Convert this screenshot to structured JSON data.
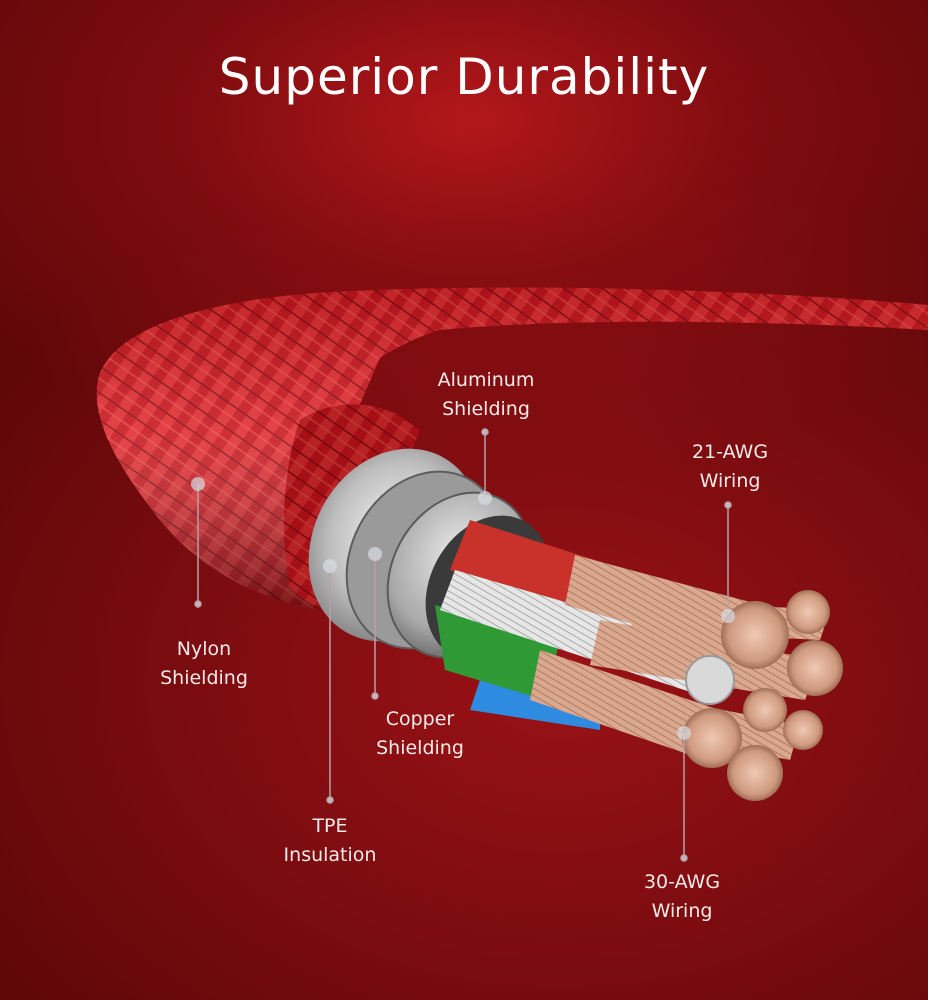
{
  "title": "Superior Durability",
  "labels": {
    "aluminum": [
      "Aluminum",
      "Shielding"
    ],
    "awg21": [
      "21-AWG",
      "Wiring"
    ],
    "nylon": [
      "Nylon",
      "Shielding"
    ],
    "copper": [
      "Copper",
      "Shielding"
    ],
    "tpe": [
      "TPE",
      "Insulation"
    ],
    "awg30": [
      "30-AWG",
      "Wiring"
    ]
  },
  "colors": {
    "background": "#8e1014",
    "cable_braid": "#c8141c",
    "tpe_layer": "#bdbdbd",
    "wire_red": "#c8322a",
    "wire_green": "#2f9a35",
    "wire_white": "#e2e2e2",
    "wire_blue": "#2f8be0",
    "copper": "#d49a7e",
    "leader_line": "#b7a0a8"
  }
}
